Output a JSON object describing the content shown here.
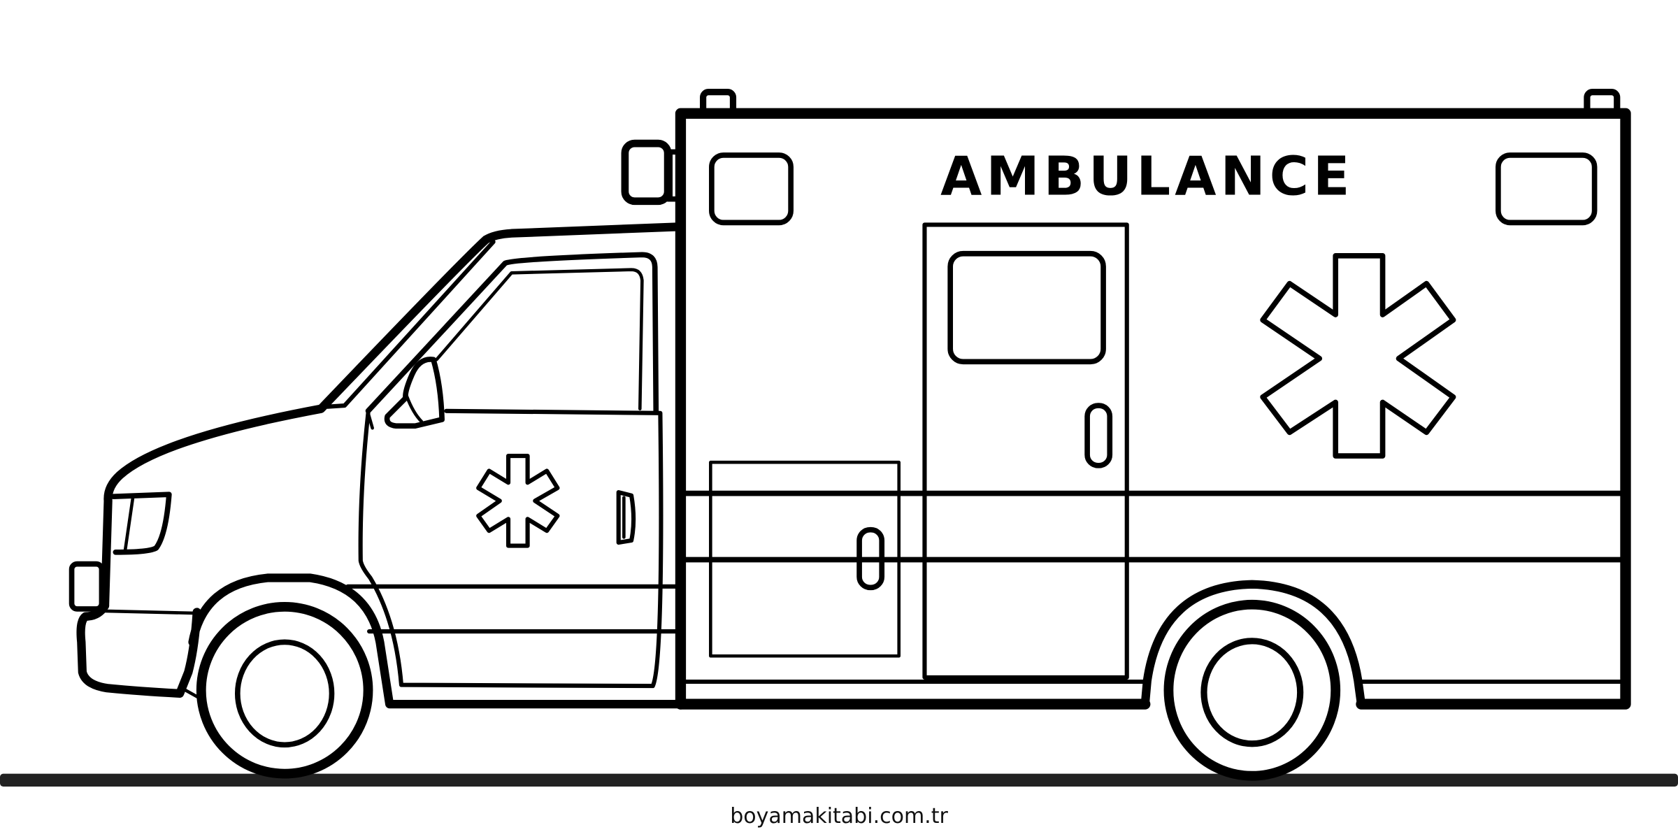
{
  "page": {
    "subject": "Ambulance coloring page",
    "vehicle_label": "AMBULANCE",
    "watermark": "boyamakitabi.com.tr"
  },
  "colors": {
    "line": "#000000",
    "ground": "#222222",
    "background": "#ffffff"
  },
  "icons": {
    "side_emblem": "star-of-life-icon",
    "door_emblem": "star-of-life-icon"
  }
}
